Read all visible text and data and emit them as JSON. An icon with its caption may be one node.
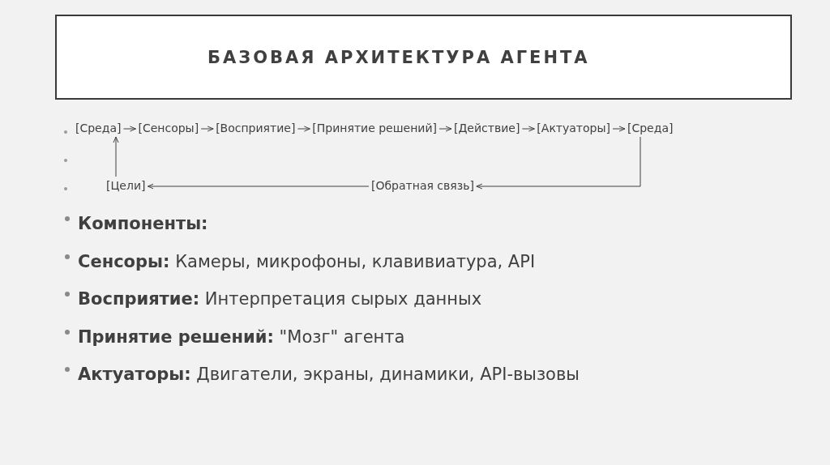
{
  "diagram": {
    "title": "БАЗОВАЯ АРХИТЕКТУРА АГЕНТА",
    "nodes": [
      {
        "text": [
          "[Среда]"
        ]
      },
      {
        "text": [
          "[Сенсоры]"
        ]
      },
      {
        "text": [
          "[Восприятие]"
        ]
      },
      {
        "text": [
          "[Принятие решений]"
        ]
      },
      {
        "text": [
          "[Действие]"
        ]
      },
      {
        "text": [
          "[Актуаторы]"
        ]
      },
      {
        "text": [
          "[Среда]"
        ]
      },
      {
        "text": [
          "[Обратная связь]"
        ]
      },
      {
        "text": [
          "[Цели]"
        ]
      }
    ],
    "edges": [
      {
        "from": 0,
        "to": 1,
        "arrow": "to"
      },
      {
        "from": 1,
        "to": 2,
        "arrow": "to"
      },
      {
        "from": 2,
        "to": 3,
        "arrow": "to"
      },
      {
        "from": 3,
        "to": 4,
        "arrow": "to"
      },
      {
        "from": 4,
        "to": 5,
        "arrow": "to"
      },
      {
        "from": 5,
        "to": 6,
        "arrow": "to"
      },
      {
        "from": 6,
        "to": 7,
        "arrow": "to"
      },
      {
        "from": 7,
        "to": 8,
        "arrow": "to"
      },
      {
        "from": 8,
        "to": 0,
        "arrow": "to"
      }
    ],
    "labels": [
      "Компоненты:",
      "**Сенсоры:** Камеры, микрофоны, клавивиатура, API",
      "**Восприятие:** Интерпретация сырых данных",
      "**Принятие решений:** \"Мозг\" агента",
      "**Актуаторы:** Двигатели, экраны, динамики, API-вызовы"
    ]
  }
}
